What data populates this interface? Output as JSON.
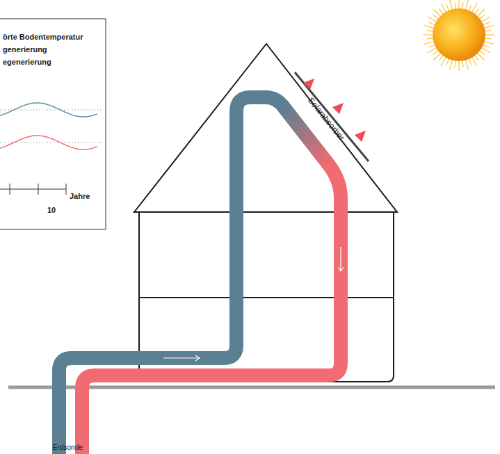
{
  "diagram": {
    "labels": [
      "Solarabsorber",
      "Erdsonde",
      "Jahre",
      "10"
    ],
    "legend": [
      {
        "text": "örte Bodentemperatur"
      },
      {
        "text": "generierung"
      },
      {
        "text": "egenerierung"
      }
    ]
  }
}
